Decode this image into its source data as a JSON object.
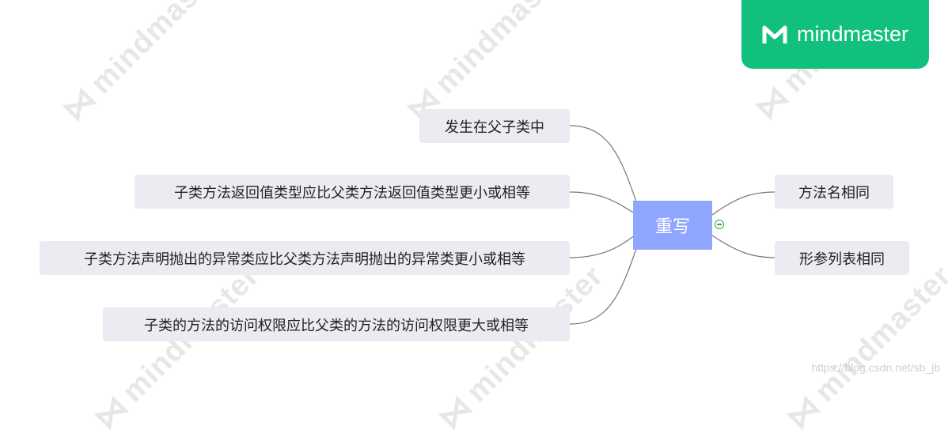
{
  "brand": {
    "name": "mindmaster"
  },
  "watermark": "mindmaster",
  "root": {
    "label": "重写"
  },
  "left_branches": [
    "发生在父子类中",
    "子类方法返回值类型应比父类方法返回值类型更小或相等",
    "子类方法声明抛出的异常类应比父类方法声明抛出的异常类更小或相等",
    "子类的方法的访问权限应比父类的方法的访问权限更大或相等"
  ],
  "right_branches": [
    "方法名相同",
    "形参列表相同"
  ],
  "footer_url": "https://blog.csdn.net/sb_jb",
  "colors": {
    "root_fill": "#8fa6ff",
    "node_fill": "#ebebf1",
    "brand_green": "#12c07e",
    "line": "#777777"
  }
}
